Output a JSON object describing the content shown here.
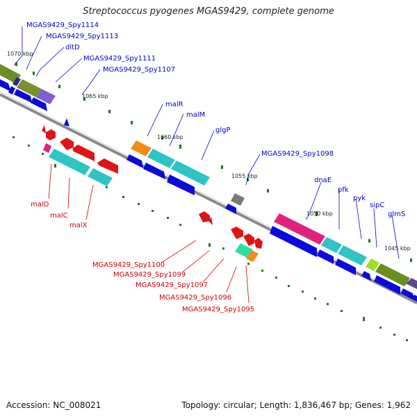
{
  "title": "Streptococcus pyogenes MGAS9429, complete genome",
  "footer": {
    "accession": "Accession: NC_008021",
    "summary": "Topology: circular; Length: 1,836,467 bp; Genes: 1,962"
  },
  "colors": {
    "backbone": "#8c8c8c",
    "forward_cds": "#0a0adc",
    "reverse_cds": "#e01414",
    "tick": "#1a7a1a",
    "label_forward": "#0000cc",
    "label_reverse": "#cc0000"
  },
  "ruler_labels": [
    "1070 kbp",
    "1065 kbp",
    "1060 kbp",
    "1055 kbp",
    "1050 kbp",
    "1045 kbp"
  ],
  "forward_labels": [
    "MGAS9429_Spy1114",
    "MGAS9429_Spy1113",
    "dltD",
    "MGAS9429_Spy1111",
    "MGAS9429_Spy1107",
    "malR",
    "malM",
    "glgP",
    "MGAS9429_Spy1098",
    "dnaE",
    "pfk",
    "pyk",
    "sipC",
    "glmS"
  ],
  "reverse_labels": [
    "malD",
    "malC",
    "malX",
    "MGAS9429_Spy1100",
    "MGAS9429_Spy1099",
    "MGAS9429_Spy1097",
    "MGAS9429_Spy1096",
    "MGAS9429_Spy1095"
  ]
}
